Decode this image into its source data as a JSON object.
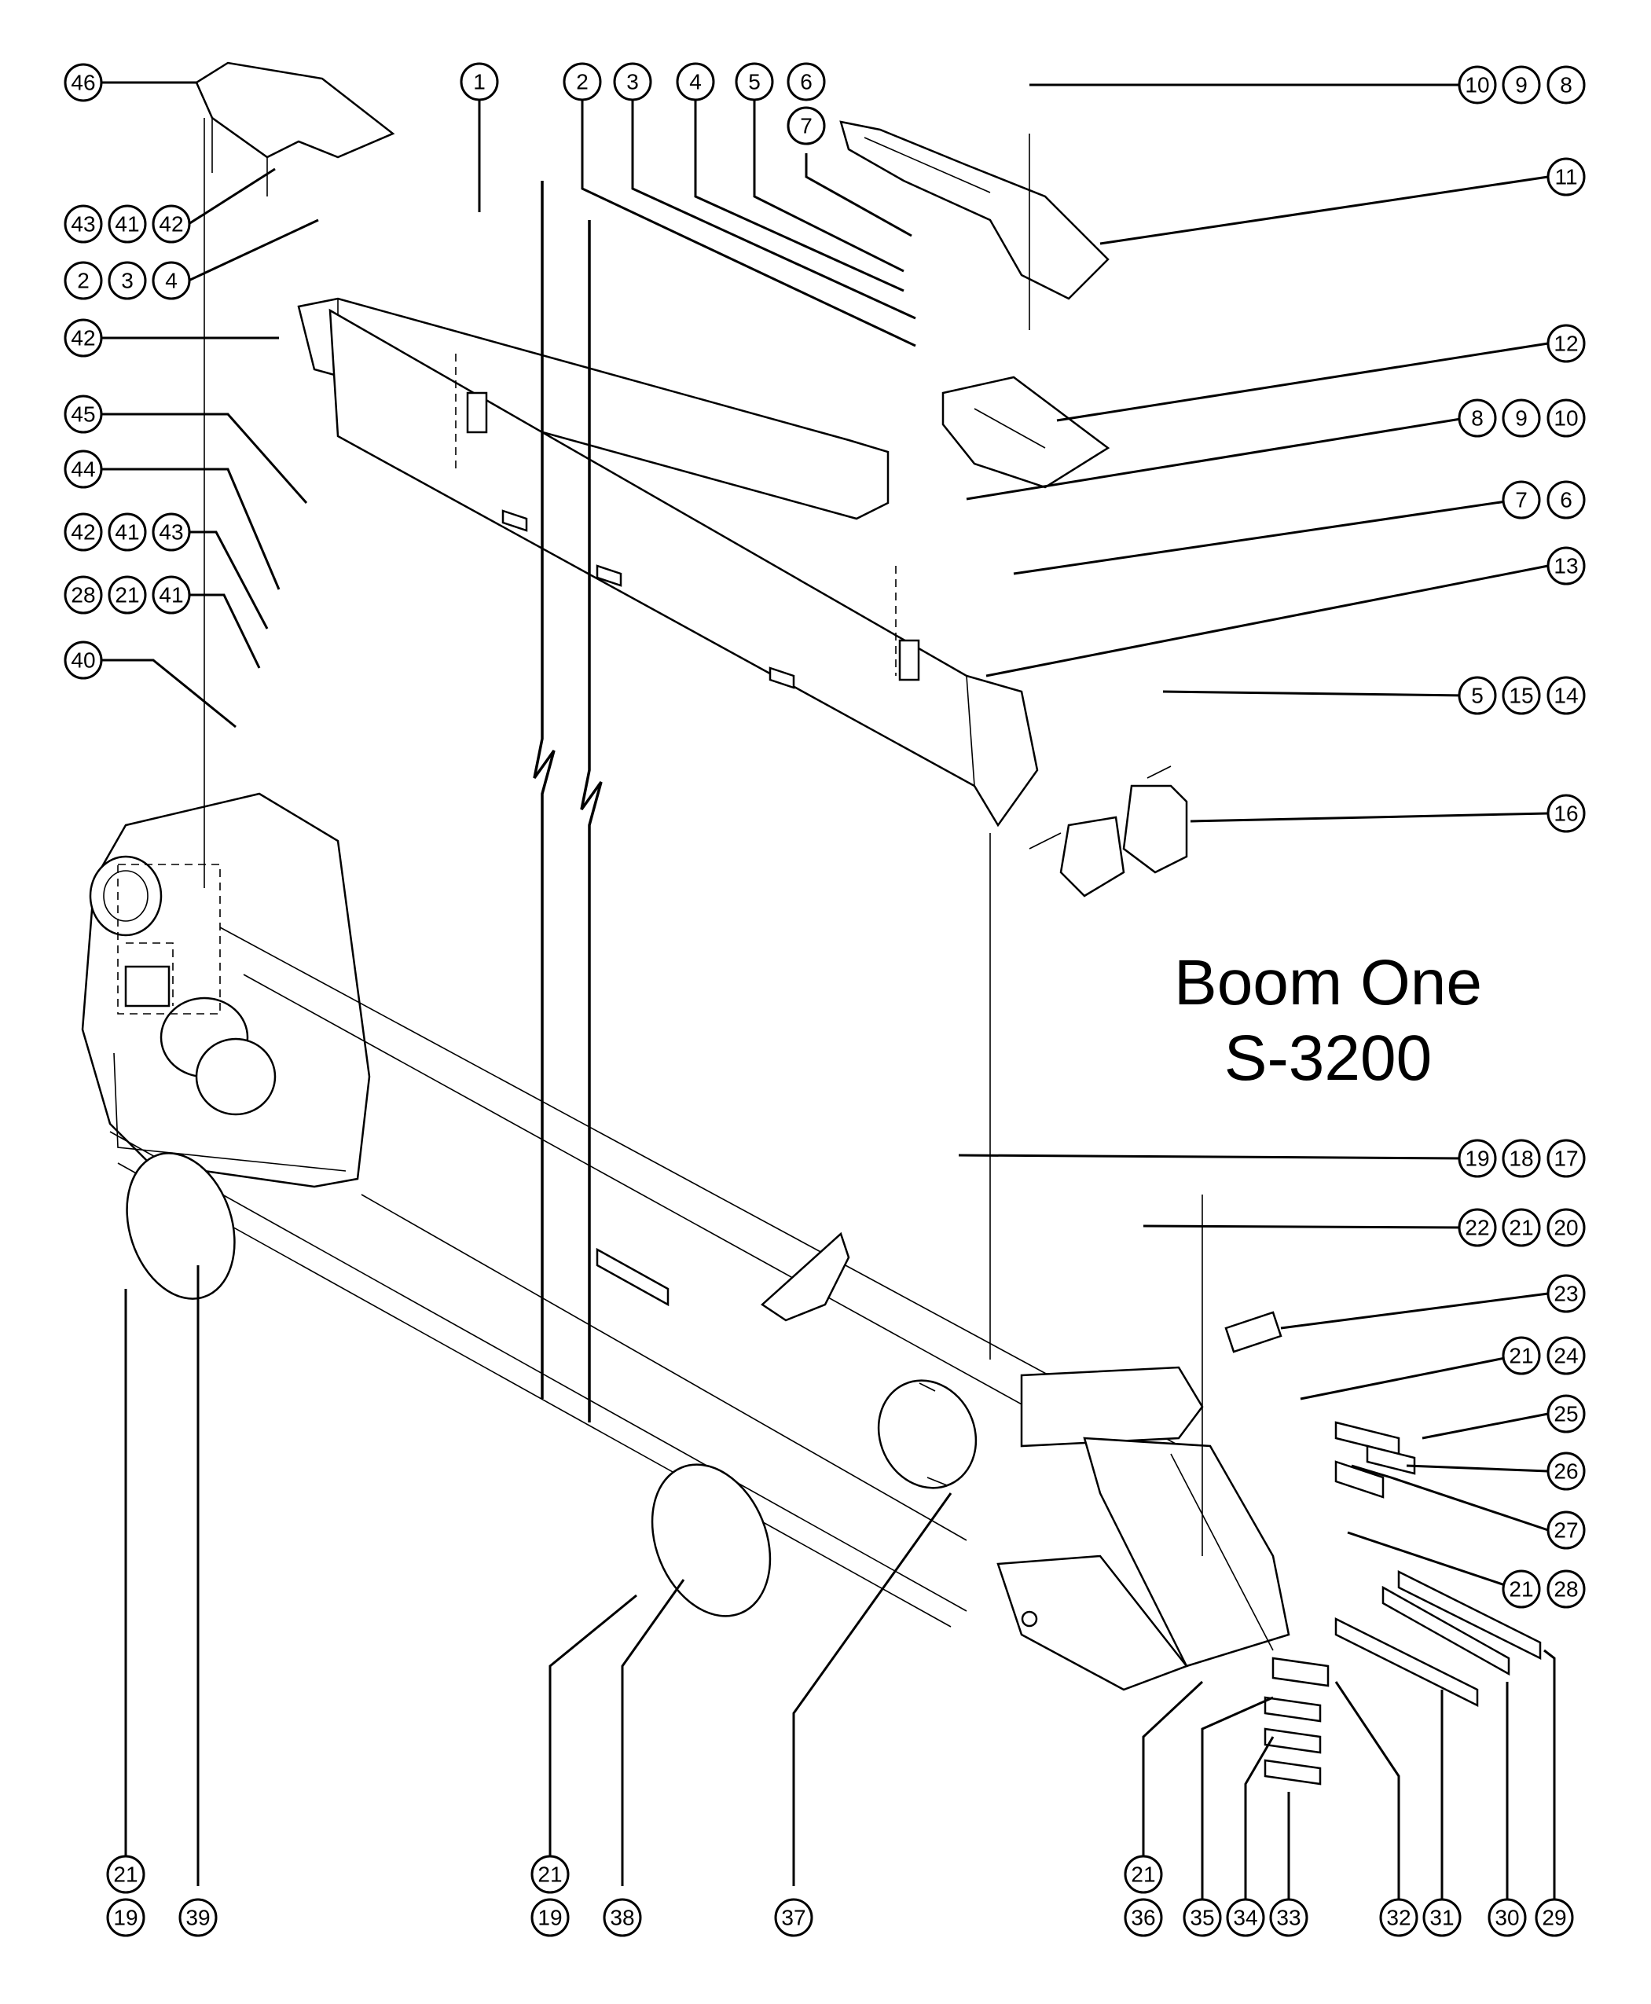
{
  "diagram": {
    "title_line1": "Boom One",
    "title_line2": "S-3200",
    "callouts": {
      "top_1": "1",
      "top_2": "2",
      "top_3": "3",
      "top_4": "4",
      "top_5": "5",
      "top_6": "6",
      "top_7": "7",
      "r_10": "10",
      "r_9": "9",
      "r_8": "8",
      "r_11": "11",
      "r_12": "12",
      "r2_8": "8",
      "r2_9": "9",
      "r2_10": "10",
      "r_7": "7",
      "r_6": "6",
      "r_13": "13",
      "r_5": "5",
      "r_15": "15",
      "r_14": "14",
      "r_16": "16",
      "r_19": "19",
      "r_18": "18",
      "r_17": "17",
      "r_22": "22",
      "r_21": "21",
      "r_20": "20",
      "r_23": "23",
      "r_21b": "21",
      "r_24": "24",
      "r_25": "25",
      "r_26": "26",
      "r_27": "27",
      "r_21c": "21",
      "r_28": "28",
      "l_46": "46",
      "l_43": "43",
      "l_41": "41",
      "l_42": "42",
      "l_2": "2",
      "l_3": "3",
      "l_4": "4",
      "l_42b": "42",
      "l_45": "45",
      "l_44": "44",
      "l_42c": "42",
      "l_41b": "41",
      "l_43b": "43",
      "l_28": "28",
      "l_21": "21",
      "l_41c": "41",
      "l_40": "40",
      "b_21a": "21",
      "b_19a": "19",
      "b_39": "39",
      "b_21b": "21",
      "b_19b": "19",
      "b_38": "38",
      "b_37": "37",
      "b_21c": "21",
      "b_36": "36",
      "b_35": "35",
      "b_34": "34",
      "b_33": "33",
      "b_32": "32",
      "b_31": "31",
      "b_30": "30",
      "b_29": "29"
    }
  }
}
